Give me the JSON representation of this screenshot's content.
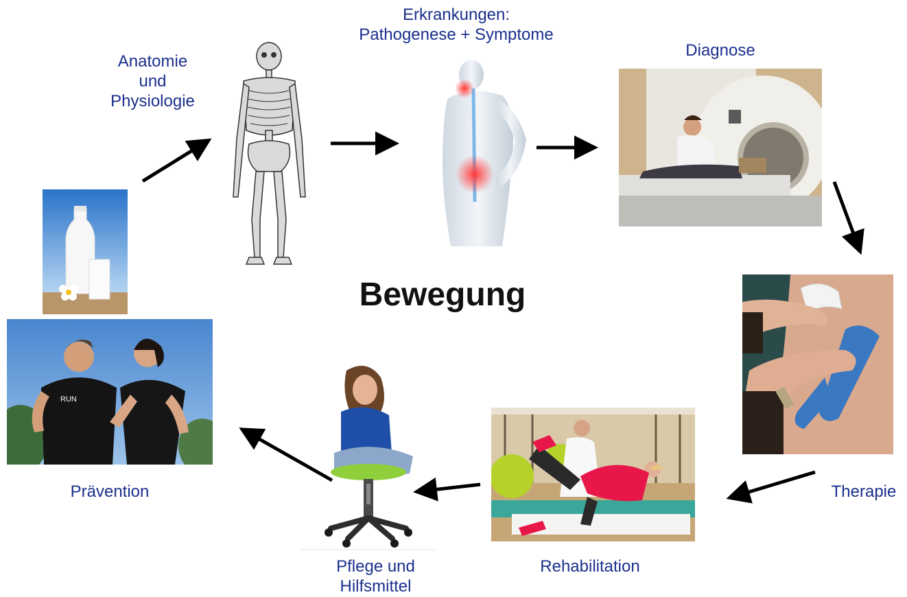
{
  "title": "Bewegung",
  "stages": {
    "anatomy": "Anatomie\nund\nPhysiologie",
    "disease_line1": "Erkrankungen:",
    "disease_line2": "Pathogenese + Symptome",
    "diagnosis": "Diagnose",
    "therapy": "Therapie",
    "rehabilitation": "Rehabilitation",
    "care_line1": "Pflege und",
    "care_line2": "Hilfsmittel",
    "prevention": "Prävention"
  },
  "shirt_print": "RUN",
  "colors": {
    "label_blue": "#1a2f8c",
    "arrow": "#000000",
    "kinesio_tape": "#3a78c2",
    "shirt_red": "#e8174a",
    "ball_green": "#b6d22a"
  }
}
